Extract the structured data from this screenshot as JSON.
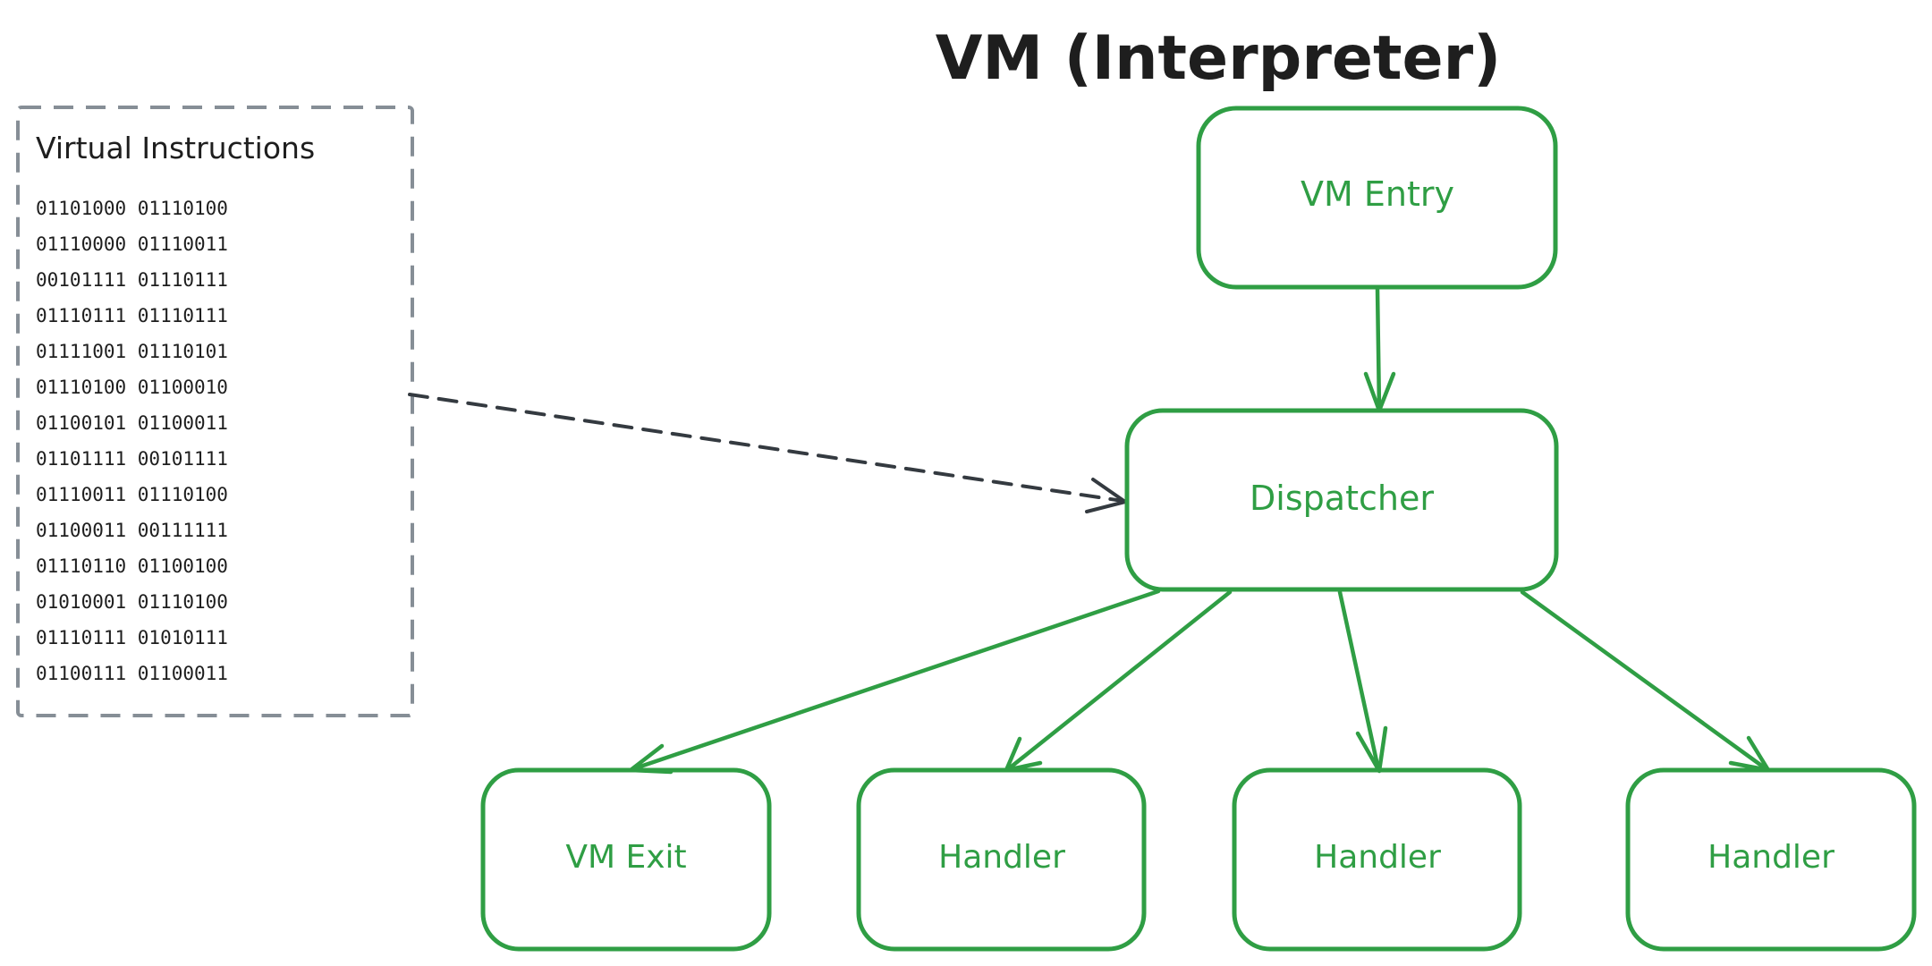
{
  "title": "VM (Interpreter)",
  "colors": {
    "accent": "#2f9e44",
    "ink": "#1e1e1e",
    "arrow_dashed": "#343a40",
    "panel_border": "#868e96"
  },
  "instructions_panel": {
    "title": "Virtual Instructions",
    "lines": [
      "01101000 01110100",
      "01110000 01110011",
      "00101111 01110111",
      "01110111 01110111",
      "01111001 01110101",
      "01110100 01100010",
      "01100101 01100011",
      "01101111 00101111",
      "01110011 01110100",
      "01100011 00111111",
      "01110110 01100100",
      "01010001 01110100",
      "01110111 01010111",
      "01100111 01100011"
    ]
  },
  "nodes": {
    "vm_entry": "VM Entry",
    "dispatcher": "Dispatcher",
    "vm_exit": "VM Exit",
    "handler_1": "Handler",
    "handler_2": "Handler",
    "handler_3": "Handler"
  }
}
